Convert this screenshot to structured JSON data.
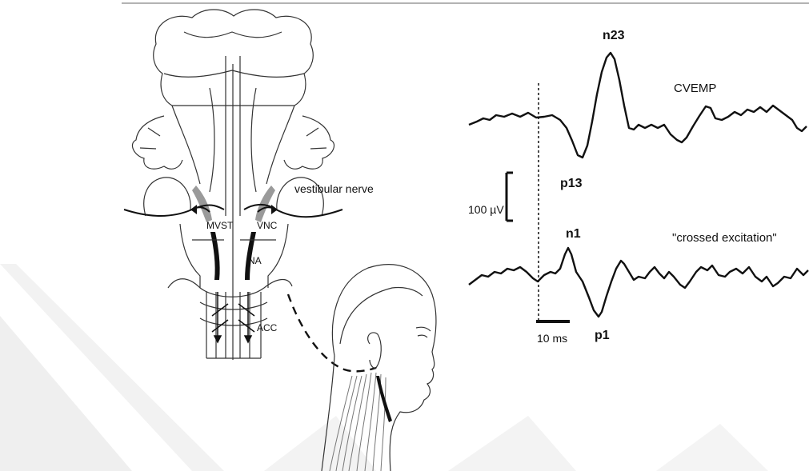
{
  "labels": {
    "vestibular_nerve": "vestibular nerve",
    "mvst": "MVST",
    "vnc": "VNC",
    "na": "NA",
    "acc": "ACC",
    "cvemp": "CVEMP",
    "crossed_excitation": "\"crossed excitation\"",
    "n23": "n23",
    "p13": "p13",
    "n1": "n1",
    "p1": "p1",
    "amplitude_scale": "100 µV",
    "time_scale": "10 ms"
  },
  "colors": {
    "line": "#111111",
    "watermark": "#eeeeee",
    "top_rule": "#9a9a9a"
  }
}
